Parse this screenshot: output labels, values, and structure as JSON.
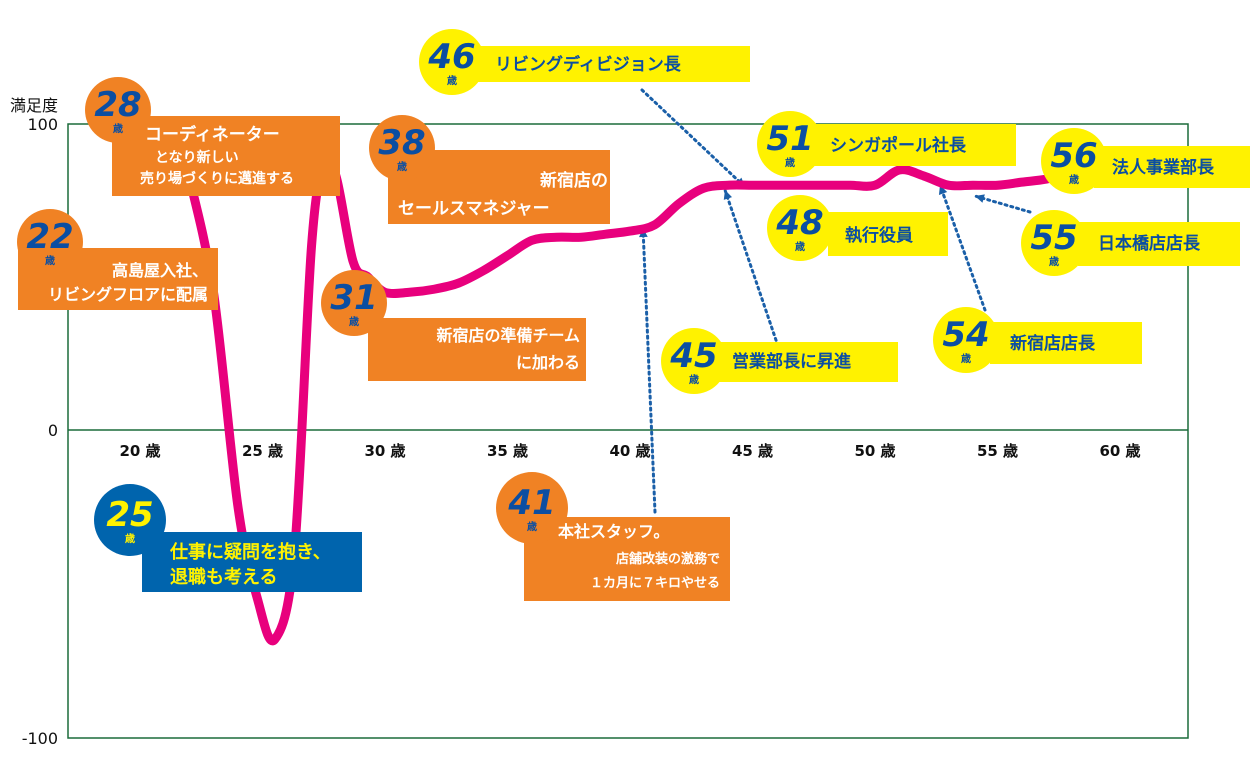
{
  "chart_data": {
    "type": "line",
    "title": "",
    "ylabel": "満足度",
    "xlabel": "",
    "ylim": [
      -100,
      100
    ],
    "y_ticks": [
      "100",
      "0",
      "-100"
    ],
    "x_ticks": [
      "20 歳",
      "25 歳",
      "30 歳",
      "35 歳",
      "40 歳",
      "45 歳",
      "50 歳",
      "55 歳",
      "60 歳"
    ],
    "line_color": "#e8007d",
    "x": [
      22,
      23,
      24,
      24.8,
      25.5,
      26.3,
      27,
      27.5,
      28,
      28.7,
      29.3,
      30,
      31,
      32,
      33,
      34,
      35,
      36,
      37,
      38,
      39,
      40,
      41,
      42,
      43,
      44,
      45,
      46,
      47,
      48,
      49,
      50,
      51,
      52,
      53,
      54,
      55,
      56,
      57,
      58
    ],
    "y": [
      83,
      45,
      -25,
      -55,
      -68,
      -40,
      60,
      86,
      83,
      55,
      50,
      45,
      45,
      46,
      48,
      52,
      57,
      62,
      63,
      63,
      64,
      65,
      67,
      74,
      79,
      80,
      80,
      80,
      80,
      80,
      80,
      80,
      85,
      83,
      80,
      80,
      80,
      81,
      82,
      84
    ],
    "annotations": [
      {
        "age": "22",
        "unit": "歳",
        "lines": [
          "高島屋入社、",
          "リビングフロアに配属"
        ],
        "style": "orange"
      },
      {
        "age": "28",
        "unit": "歳",
        "lines": [
          "コーディネーター",
          "となり新しい",
          "売り場づくりに邁進する"
        ],
        "style": "orange"
      },
      {
        "age": "38",
        "unit": "歳",
        "lines": [
          "新宿店の",
          "セールスマネジャー"
        ],
        "style": "orange"
      },
      {
        "age": "31",
        "unit": "歳",
        "lines": [
          "新宿店の準備チーム",
          "に加わる"
        ],
        "style": "orange"
      },
      {
        "age": "25",
        "unit": "歳",
        "lines": [
          "仕事に疑問を抱き、",
          "退職も考える"
        ],
        "style": "blue"
      },
      {
        "age": "41",
        "unit": "歳",
        "lines": [
          "本社スタッフ。",
          "店舗改装の激務で",
          "１カ月に７キロやせる"
        ],
        "style": "orange"
      },
      {
        "age": "46",
        "unit": "歳",
        "lines": [
          "リビングディビジョン長"
        ],
        "style": "yellow"
      },
      {
        "age": "45",
        "unit": "歳",
        "lines": [
          "営業部長に昇進"
        ],
        "style": "yellow"
      },
      {
        "age": "51",
        "unit": "歳",
        "lines": [
          "シンガポール社長"
        ],
        "style": "yellow"
      },
      {
        "age": "48",
        "unit": "歳",
        "lines": [
          "執行役員"
        ],
        "style": "yellow"
      },
      {
        "age": "54",
        "unit": "歳",
        "lines": [
          "新宿店店長"
        ],
        "style": "yellow"
      },
      {
        "age": "55",
        "unit": "歳",
        "lines": [
          "日本橋店店長"
        ],
        "style": "yellow"
      },
      {
        "age": "56",
        "unit": "歳",
        "lines": [
          "法人事業部長"
        ],
        "style": "yellow"
      }
    ],
    "colors": {
      "orange": "#f08224",
      "blue_box": "#0064ad",
      "yellow": "#fff200",
      "age_blue": "#0b4ea2",
      "age_yellow": "#fff200",
      "frame": "#1b6b3a",
      "arrow": "#1a5fa8"
    }
  }
}
